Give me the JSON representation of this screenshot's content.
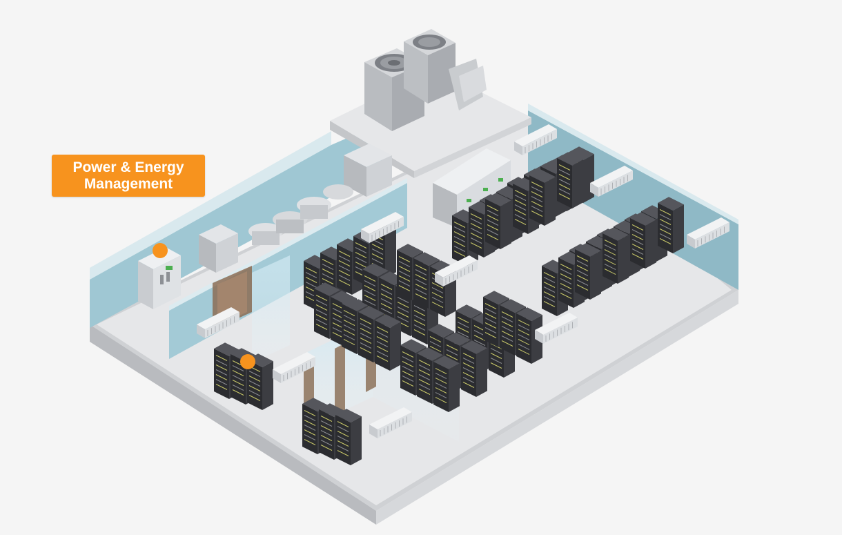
{
  "callout": {
    "line1": "Power & Energy",
    "line2": "Management"
  },
  "hotspots": [
    {
      "name": "power-distribution-cabinet-hotspot"
    },
    {
      "name": "ups-rack-hotspot"
    }
  ],
  "colors": {
    "accent": "#f7931e",
    "background": "#f5f5f5",
    "floor": "#e2e3e5",
    "wall": "#a8cdd8",
    "rack_front": "#2b2c30",
    "rack_side": "#3c3d42",
    "rack_top": "#55565c",
    "door_brown": "#8c6d55"
  }
}
